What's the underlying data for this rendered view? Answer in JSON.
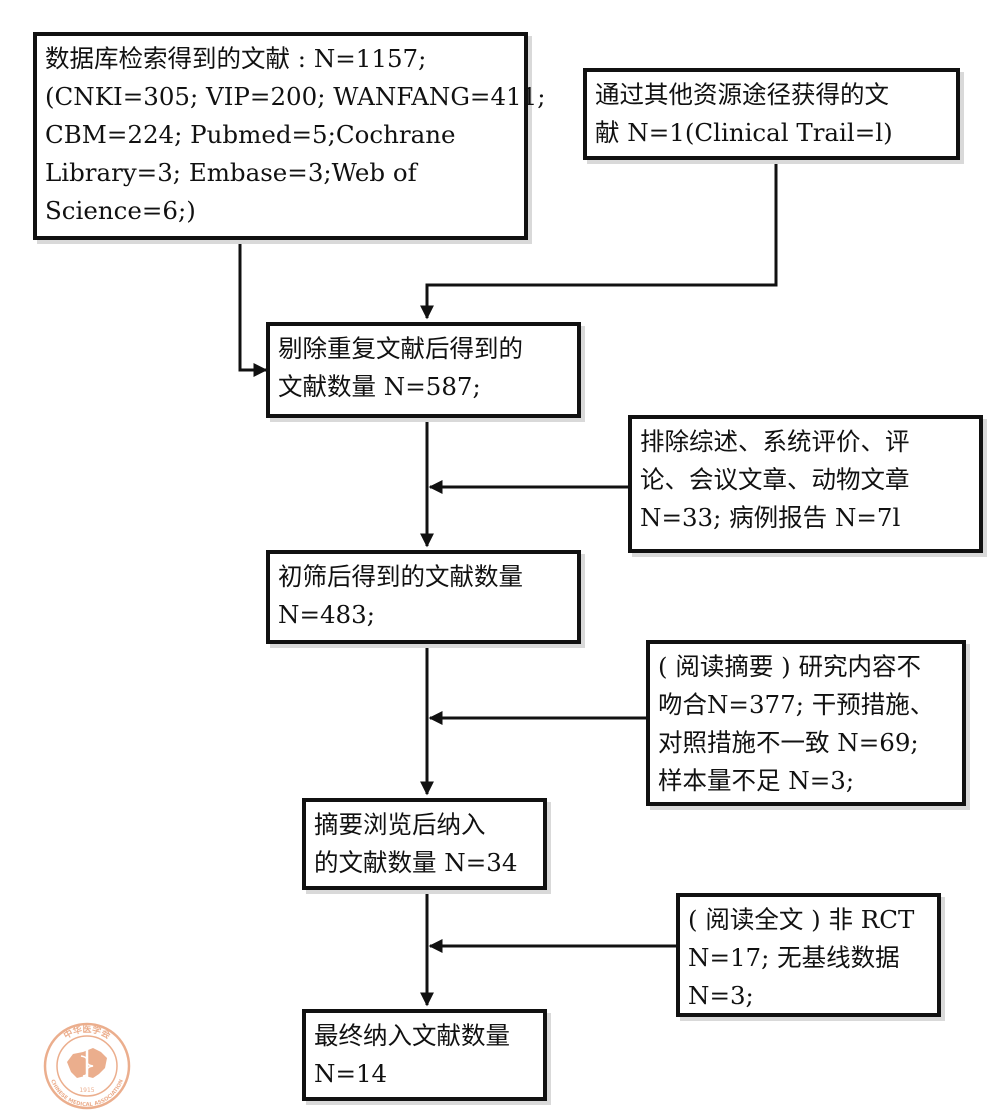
{
  "boxes": {
    "database_search": {
      "lines": [
        "数据库检索得到的文献 : N=1157;",
        "(CNKI=305; VIP=200; WANFANG=411;",
        "CBM=224; Pubmed=5;Cochrane",
        "Library=3; Embase=3;Web of",
        "Science=6;)"
      ]
    },
    "other_sources": {
      "lines": [
        "通过其他资源途径获得的文",
        "献 N=1(Clinical Trail=l)"
      ]
    },
    "after_dedup": {
      "lines": [
        "剔除重复文献后得到的",
        "文献数量 N=587;"
      ]
    },
    "excluded_reviews": {
      "lines": [
        "排除综述、系统评价、评",
        "论、会议文章、动物文章",
        "N=33; 病例报告 N=7l"
      ]
    },
    "after_initial_screen": {
      "lines": [
        "初筛后得到的文献数量",
        "N=483;"
      ]
    },
    "excluded_abstract": {
      "lines": [
        "( 阅读摘要 ) 研究内容不",
        "吻合N=377; 干预措施、",
        "对照措施不一致 N=69;",
        "样本量不足 N=3;"
      ]
    },
    "after_abstract": {
      "lines": [
        "摘要浏览后纳入",
        "的文献数量 N=34"
      ]
    },
    "excluded_fulltext": {
      "lines": [
        "( 阅读全文 ) 非 RCT",
        "N=17; 无基线数据",
        "N=3;"
      ]
    },
    "final_included": {
      "lines": [
        "最终纳入文献数量",
        "N=14"
      ]
    }
  },
  "logo": {
    "top_text": "中华医学会",
    "bottom_text": "CHINESE MEDICAL ASSOCIATION",
    "year": "1915"
  },
  "colors": {
    "line": "#111111",
    "logo": "#e8a07a"
  }
}
